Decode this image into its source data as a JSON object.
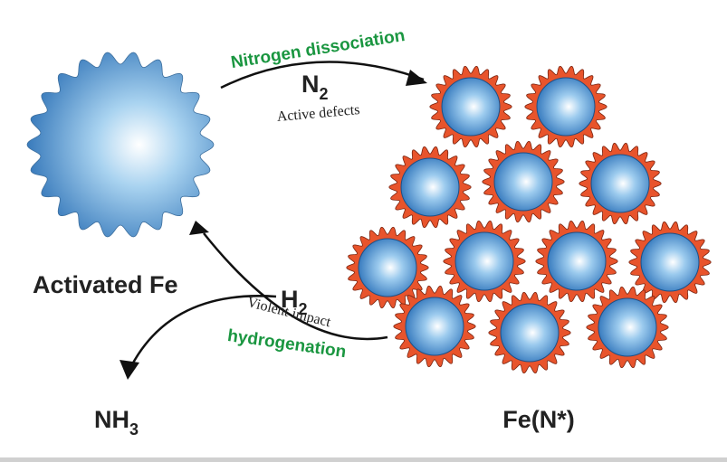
{
  "labels": {
    "activated_fe": "Activated Fe",
    "fe_n": "Fe(N*)",
    "nh3_main": "NH",
    "nh3_sub": "3",
    "n2_main": "N",
    "n2_sub": "2",
    "h2_main": "H",
    "h2_sub": "2",
    "active_defects": "Active defects",
    "violent_impact": "Violent impact",
    "nitrogen_dissociation": "Nitrogen dissociation",
    "hydrogenation": "hydrogenation"
  },
  "colors": {
    "green_label": "#1a9640",
    "shell": "#e8542c",
    "shell_stroke": "#7a2410",
    "core_center": "#ffffff",
    "core_mid": "#8cc4ea",
    "core_edge": "#2a6fb5",
    "text": "#222222",
    "arrow": "#111111"
  }
}
